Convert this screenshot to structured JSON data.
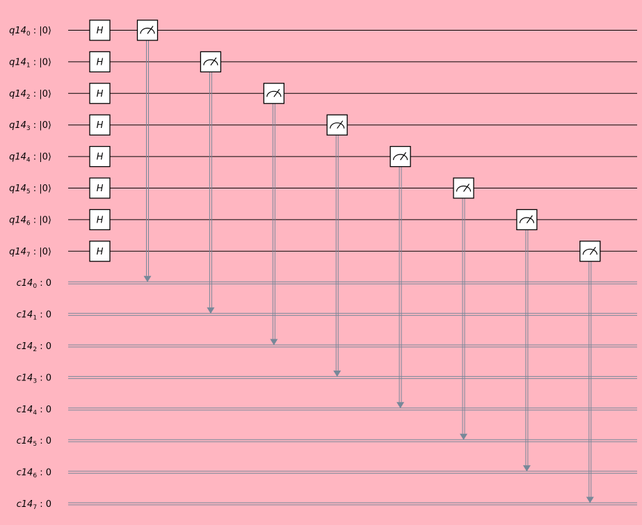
{
  "background": "#ffb6c1",
  "wire_color": "#000000",
  "classical_wire_color": "#778899",
  "qubits": [
    {
      "register": "q14",
      "index": "0",
      "init": "|0⟩"
    },
    {
      "register": "q14",
      "index": "1",
      "init": "|0⟩"
    },
    {
      "register": "q14",
      "index": "2",
      "init": "|0⟩"
    },
    {
      "register": "q14",
      "index": "3",
      "init": "|0⟩"
    },
    {
      "register": "q14",
      "index": "4",
      "init": "|0⟩"
    },
    {
      "register": "q14",
      "index": "5",
      "init": "|0⟩"
    },
    {
      "register": "q14",
      "index": "6",
      "init": "|0⟩"
    },
    {
      "register": "q14",
      "index": "7",
      "init": "|0⟩"
    }
  ],
  "clbits": [
    {
      "register": "c14",
      "index": "0",
      "init": "0"
    },
    {
      "register": "c14",
      "index": "1",
      "init": "0"
    },
    {
      "register": "c14",
      "index": "2",
      "init": "0"
    },
    {
      "register": "c14",
      "index": "3",
      "init": "0"
    },
    {
      "register": "c14",
      "index": "4",
      "init": "0"
    },
    {
      "register": "c14",
      "index": "5",
      "init": "0"
    },
    {
      "register": "c14",
      "index": "6",
      "init": "0"
    },
    {
      "register": "c14",
      "index": "7",
      "init": "0"
    }
  ],
  "hadamard_label": "H",
  "hadamard_targets": [
    0,
    1,
    2,
    3,
    4,
    5,
    6,
    7
  ],
  "measurements": [
    {
      "qubit": 0,
      "clbit": 0
    },
    {
      "qubit": 1,
      "clbit": 1
    },
    {
      "qubit": 2,
      "clbit": 2
    },
    {
      "qubit": 3,
      "clbit": 3
    },
    {
      "qubit": 4,
      "clbit": 4
    },
    {
      "qubit": 5,
      "clbit": 5
    },
    {
      "qubit": 6,
      "clbit": 6
    },
    {
      "qubit": 7,
      "clbit": 7
    }
  ]
}
